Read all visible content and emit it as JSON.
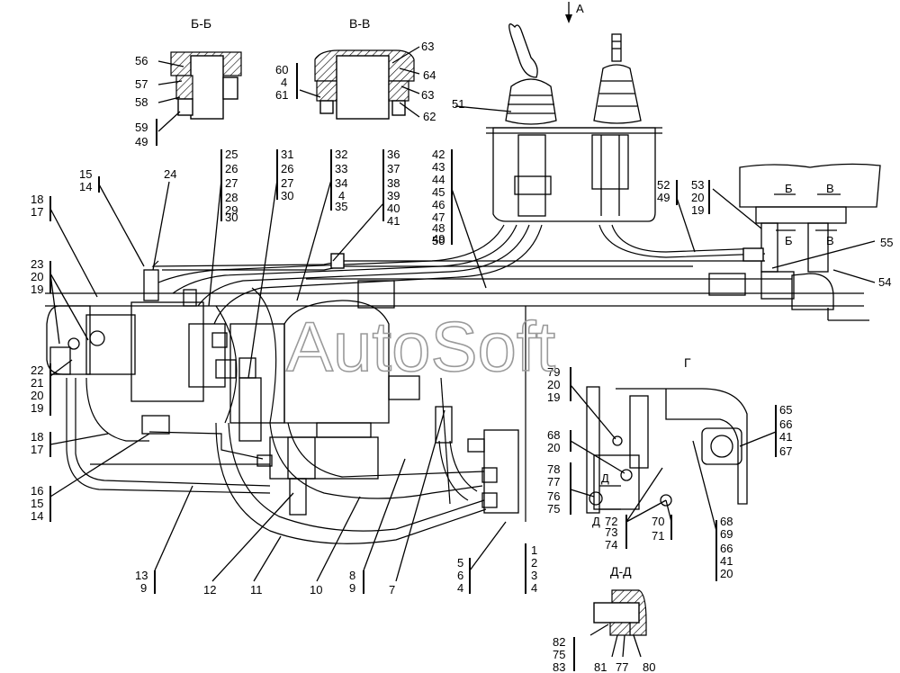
{
  "watermark": "AutoSoft",
  "view_labels": {
    "bb": "Б-Б",
    "vv": "В-В",
    "a": "А",
    "g": "Г",
    "dd": "Д-Д",
    "arrow_b": "Б",
    "arrow_v": "В",
    "arrow_d": "Д"
  },
  "callouts": {
    "bb_left": [
      "56",
      "57",
      "58"
    ],
    "bb_left2": [
      "59",
      "49"
    ],
    "vv_left": [
      "60",
      "4",
      "61"
    ],
    "vv_right": [
      "63",
      "64",
      "63",
      "62"
    ],
    "c51": "51",
    "c52": [
      "52",
      "49"
    ],
    "c53": [
      "53",
      "20",
      "19"
    ],
    "c55": "55",
    "c54": "54",
    "c15a": [
      "15",
      "14"
    ],
    "c24": "24",
    "c18a": [
      "18",
      "17"
    ],
    "c23": [
      "23",
      "20",
      "19"
    ],
    "c22": [
      "22",
      "21",
      "20",
      "19"
    ],
    "c18b": [
      "18",
      "17"
    ],
    "c16": [
      "16",
      "15",
      "14"
    ],
    "col25": [
      "25",
      "26",
      "27",
      "28",
      "29",
      "30"
    ],
    "col31": [
      "31",
      "26",
      "27",
      "30"
    ],
    "col32": [
      "32",
      "33",
      "34",
      "4",
      "35"
    ],
    "col36": [
      "36",
      "37",
      "38",
      "39",
      "40",
      "41"
    ],
    "col42": [
      "42",
      "43",
      "44",
      "45",
      "46",
      "47",
      "48",
      "49",
      "50"
    ],
    "c79": [
      "79",
      "20",
      "19"
    ],
    "c68a": [
      "68",
      "20"
    ],
    "c78": [
      "78",
      "77",
      "76",
      "75"
    ],
    "c72": [
      "72",
      "73",
      "74"
    ],
    "c70": [
      "70",
      "71"
    ],
    "c65": [
      "65",
      "66",
      "41",
      "67"
    ],
    "c68b": [
      "68",
      "69",
      "66",
      "41",
      "20"
    ],
    "c13": [
      "13",
      "9"
    ],
    "c12": "12",
    "c11": "11",
    "c10": "10",
    "c8": [
      "8",
      "9"
    ],
    "c7": "7",
    "c5": [
      "5",
      "6",
      "4"
    ],
    "c1": [
      "1",
      "2",
      "3",
      "4"
    ],
    "c82": [
      "82",
      "75",
      "83"
    ],
    "c81": "81",
    "c77": "77",
    "c80": "80"
  }
}
